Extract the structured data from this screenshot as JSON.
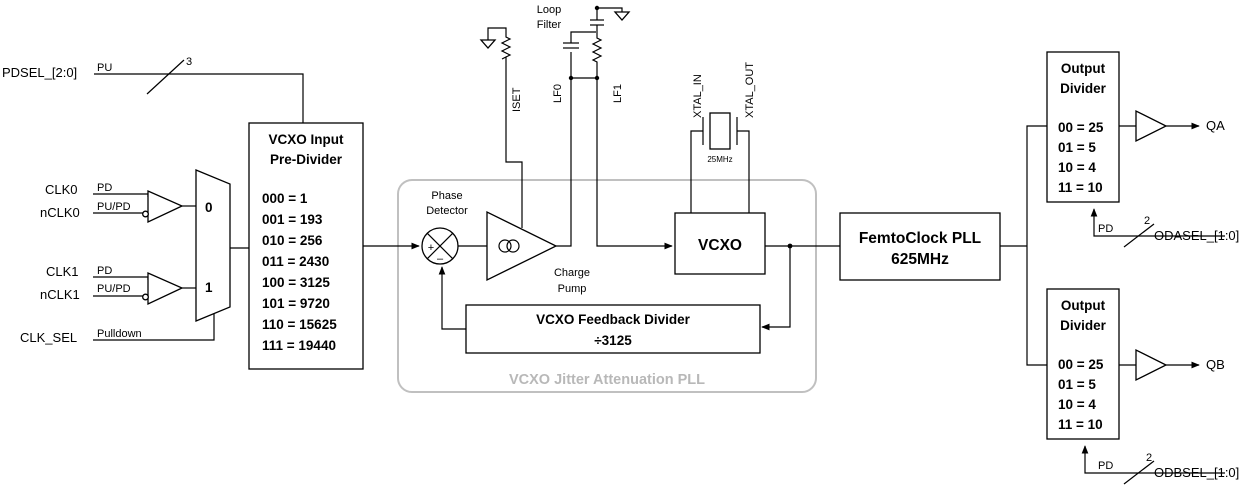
{
  "inputs": {
    "pdsel": "PDSEL_[2:0]",
    "pdsel_pull": "PU",
    "pdsel_width": "3",
    "clk0": "CLK0",
    "clk0_pull": "PD",
    "nclk0": "nCLK0",
    "nclk0_pull": "PU/PD",
    "clk1": "CLK1",
    "clk1_pull": "PD",
    "nclk1": "nCLK1",
    "nclk1_pull": "PU/PD",
    "clk_sel": "CLK_SEL",
    "clk_sel_pull": "Pulldown"
  },
  "mux": {
    "in0": "0",
    "in1": "1"
  },
  "predivider": {
    "title1": "VCXO Input",
    "title2": "Pre-Divider",
    "rows": [
      "000 = 1",
      "001 = 193",
      "010 = 256",
      "011 = 2430",
      "100 = 3125",
      "101 = 9720",
      "110 = 15625",
      "111 = 19440"
    ]
  },
  "pll": {
    "phase1": "Phase",
    "phase2": "Detector",
    "plus": "+",
    "minus": "–",
    "charge1": "Charge",
    "charge2": "Pump",
    "iset": "ISET",
    "loop1": "Loop",
    "loop2": "Filter",
    "lf0": "LF0",
    "lf1": "LF1",
    "vcxo": "VCXO",
    "xtal_in": "XTAL_IN",
    "xtal_out": "XTAL_OUT",
    "xtal_freq": "25MHz",
    "fb_title": "VCXO Feedback Divider",
    "fb_value": "÷3125",
    "group_label": "VCXO Jitter Attenuation PLL"
  },
  "femto": {
    "line1": "FemtoClock PLL",
    "line2": "625MHz"
  },
  "outputs": [
    {
      "title1": "Output",
      "title2": "Divider",
      "rows": [
        "00 = 25",
        "01 = 5",
        "10 = 4",
        "11 = 10"
      ],
      "pin": "QA",
      "sel": "ODASEL_[1:0]",
      "sel_pull": "PD",
      "sel_width": "2"
    },
    {
      "title1": "Output",
      "title2": "Divider",
      "rows": [
        "00 = 25",
        "01 = 5",
        "10 = 4",
        "11 = 10"
      ],
      "pin": "QB",
      "sel": "ODBSEL_[1:0]",
      "sel_pull": "PD",
      "sel_width": "2"
    }
  ]
}
